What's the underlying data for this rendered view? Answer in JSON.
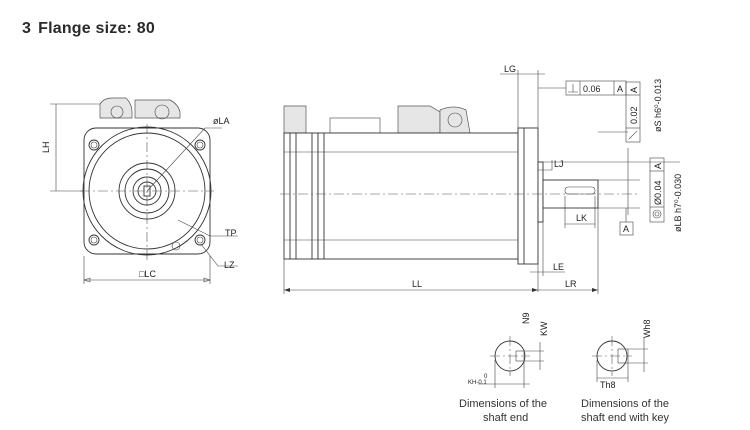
{
  "heading": {
    "number": "3",
    "text": "Flange size: 80"
  },
  "front_view": {
    "labels": {
      "la": "øLA",
      "lh": "LH",
      "tp": "TP",
      "lz": "LZ",
      "lc": "□LC"
    }
  },
  "side_view": {
    "labels": {
      "lg": "LG",
      "lj": "LJ",
      "lk": "LK",
      "le": "LE",
      "ll": "LL",
      "lr": "LR"
    },
    "tolerances": {
      "perp_value": "0.06",
      "perp_datum": "A",
      "runout_value": "0.02",
      "runout_datum": "A",
      "conc_value": "Ø0.04",
      "conc_datum": "A",
      "datum_marker": "A"
    },
    "diameters": {
      "shaft": "øS h6⁰-0.013",
      "spigot": "øLB h7⁰-0.030"
    }
  },
  "shaft_detail_1": {
    "n9": "N9",
    "kw": "KW",
    "kh_top": "0",
    "kh_bottom": "KH-0.1",
    "caption_line1": "Dimensions of the",
    "caption_line2": "shaft end"
  },
  "shaft_detail_2": {
    "wh8": "Wh8",
    "th8": "Th8",
    "caption_line1": "Dimensions of the",
    "caption_line2": "shaft end with key"
  }
}
